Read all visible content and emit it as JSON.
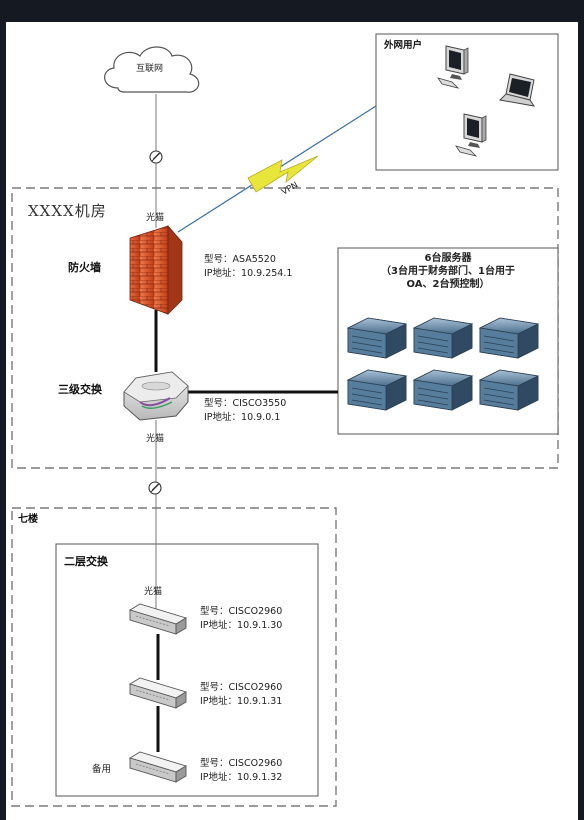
{
  "internet": {
    "label": "互联网"
  },
  "external": {
    "label": "外网用户"
  },
  "vpn": {
    "label": "VPN"
  },
  "room": {
    "label": "XXXX机房"
  },
  "firewall": {
    "name": "防火墙",
    "model": "型号：ASA5520",
    "ip": "IP地址：10.9.254.1",
    "fiber_label": "光猫"
  },
  "l3switch": {
    "name": "三级交换",
    "model": "型号：CISCO3550",
    "ip": "IP地址：10.9.0.1",
    "fiber_label": "光猫"
  },
  "servers": {
    "title_line1": "6台服务器",
    "title_line2": "（3台用于财务部门、1台用于",
    "title_line3": "OA、2台预控制）",
    "count": 6
  },
  "floor": {
    "label": "七楼"
  },
  "l2": {
    "title": "二层交换",
    "fiber_label": "光猫",
    "backup_label": "备用",
    "switches": [
      {
        "model": "型号：CISCO2960",
        "ip": "IP地址：10.9.1.30"
      },
      {
        "model": "型号：CISCO2960",
        "ip": "IP地址：10.9.1.31"
      },
      {
        "model": "型号：CISCO2960",
        "ip": "IP地址：10.9.1.32"
      }
    ]
  },
  "colors": {
    "background": "#151a22",
    "paper": "#ffffff",
    "dash_border": "#777777",
    "firewall_brick": "#e0532b",
    "lightning": "#e8e63a",
    "vpn_line": "#3a6fa8",
    "server_body": "#4a6f8e"
  },
  "icons": [
    "cloud-icon",
    "desktop-computer-icon",
    "laptop-icon",
    "firewall-icon",
    "router-icon",
    "server-icon",
    "switch-icon",
    "lightning-icon",
    "connector-icon"
  ]
}
